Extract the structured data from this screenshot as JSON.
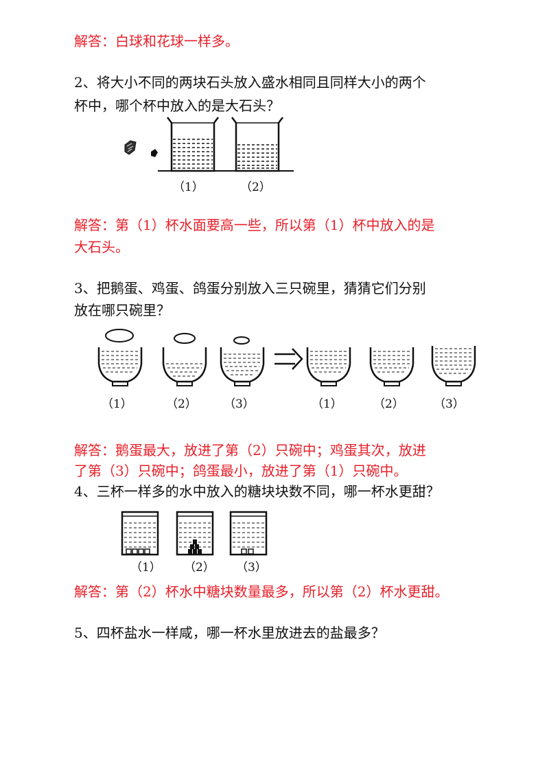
{
  "answer1": "解答：白球和花球一样多。",
  "q2": {
    "line1": "2、将大小不同的两块石头放入盛水相同且同样大小的两个",
    "line2": "杯中，哪个杯中放入的是大石头？",
    "labels": [
      "（1）",
      "（2）"
    ]
  },
  "answer2": {
    "line1": "解答：第（1）杯水面要高一些，所以第（1）杯中放入的是",
    "line2": "大石头。"
  },
  "q3": {
    "line1": "3、把鹅蛋、鸡蛋、鸽蛋分别放入三只碗里，猜猜它们分别",
    "line2": "放在哪只碗里？",
    "labels": [
      "（1）",
      "（2）",
      "（3）",
      "（1）",
      "（2）",
      "（3）"
    ]
  },
  "answer3": {
    "line1": "解答：鹅蛋最大，放进了第（2）只碗中；鸡蛋其次，放进",
    "line2": "了第（3）只碗中；鸽蛋最小，放进了第（1）只碗中。"
  },
  "q4": {
    "line1": "4、三杯一样多的水中放入的糖块块数不同，哪一杯水更甜？",
    "labels": [
      "（1）",
      "（2）",
      "（3）"
    ]
  },
  "answer4": "解答：第（2）杯水中糖块数量最多，所以第（2）杯水更甜。",
  "q5": "5、四杯盐水一样咸，哪一杯水里放进去的盐最多？"
}
